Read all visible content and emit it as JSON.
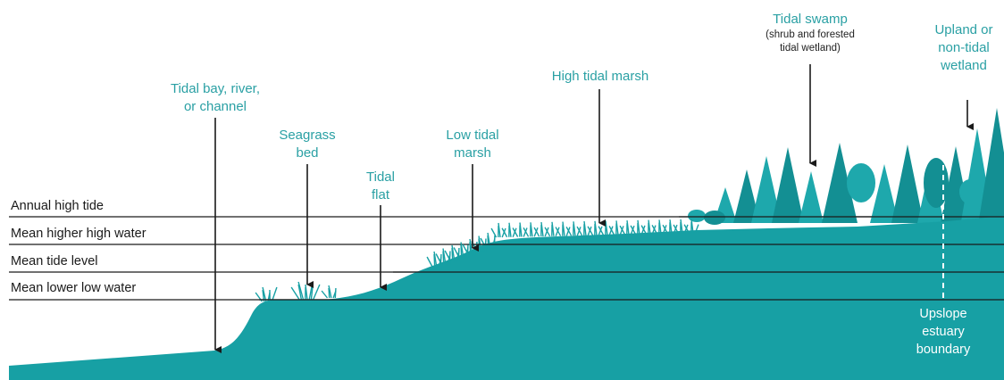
{
  "colors": {
    "terrain": "#17a0a4",
    "label": "#2aa0a4",
    "line": "#1a1a1a",
    "tree": "#1ea8ac",
    "tree_dark": "#138f93"
  },
  "tide_levels": [
    {
      "label": "Annual high tide"
    },
    {
      "label": "Mean higher high water"
    },
    {
      "label": "Mean tide level"
    },
    {
      "label": "Mean lower low water"
    }
  ],
  "zones": {
    "bay": "Tidal bay, river,\nor channel",
    "seagrass": "Seagrass\nbed",
    "flat": "Tidal\nflat",
    "low_marsh": "Low tidal\nmarsh",
    "high_marsh": "High tidal marsh",
    "swamp": "Tidal swamp",
    "swamp_note": "(shrub and forested\ntidal wetland)",
    "upland": "Upland or\nnon-tidal\nwetland"
  },
  "boundary_label": "Upslope\nestuary\nboundary"
}
